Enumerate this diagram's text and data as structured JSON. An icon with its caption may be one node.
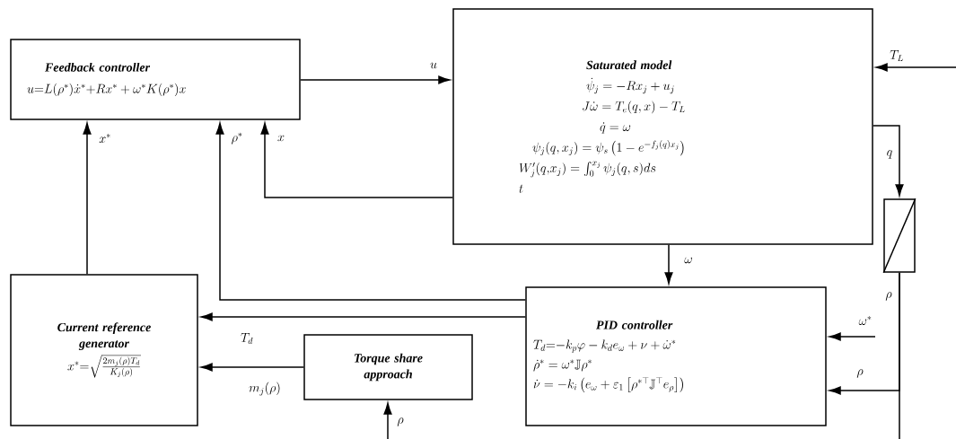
{
  "diagram": {
    "nodes": [
      {
        "text": [
          "Feedback controller",
          "u{=}L(\\rho^*)\\dot{x}^*{+}Rx^* + \\omega^*K(\\rho^*)x"
        ]
      },
      {
        "text": [
          "Saturated model",
          "\\dot{\\psi}_j = -Rx_j + u_j",
          "J\\dot{\\omega} = T_e(q,x) - T_L",
          "\\dot{q} = \\omega",
          "\\psi_j(q,x_j) = \\psi_s\\left(1-e^{-f_j(q)x_j}\\right)",
          "W'_j(q{,}x_j) = \\int_0^{x_j}\\psi_j(q,s)ds",
          "t"
        ]
      },
      {
        "text": [
          "Current reference generator",
          "x^*{=}\\sqrt{\\frac{2m_j(\\rho)T_d}{K_j(\\rho)}}"
        ]
      },
      {
        "text": [
          "PID controller",
          "T_d{=}{-}k_p\\varphi - k_de_\\omega + \\nu + \\dot{\\omega}^*",
          "\\dot{\\rho}^* = \\omega^*\\mathbb{J}\\rho^*",
          "\\dot{\\nu} = -k_i\\left(e_\\omega + \\varepsilon_1\\left[\\rho^{*\\top}\\mathbb{J}^\\top e_\\rho\\right]\\right)"
        ]
      },
      {
        "text": [
          "Torque share approach"
        ]
      },
      {
        "text": [],
        "shape": "box"
      }
    ],
    "edges": [
      {
        "from": 0,
        "to": 1,
        "arrow": "to",
        "label": "u"
      },
      {
        "from": 1,
        "to": 0,
        "arrow": "to",
        "label": "x"
      },
      {
        "from": 2,
        "to": 0,
        "arrow": "to",
        "label": "x^*"
      },
      {
        "from": 3,
        "to": 0,
        "arrow": "to",
        "label": "\\rho^*"
      },
      {
        "from": 3,
        "to": 2,
        "arrow": "to",
        "label": "T_d"
      },
      {
        "from": 4,
        "to": 2,
        "arrow": "to",
        "label": "m_j(\\rho)"
      },
      {
        "from": 1,
        "to": 3,
        "arrow": "to",
        "label": "\\omega"
      },
      {
        "from": 1,
        "to": 5,
        "arrow": "to",
        "label": "q"
      },
      {
        "from": 5,
        "to": 3,
        "arrow": "to",
        "label": "\\rho"
      },
      {
        "from": 5,
        "to": null,
        "arrow": "none",
        "label": "\\rho"
      },
      {
        "from": null,
        "to": 1,
        "arrow": "to",
        "label": "T_L"
      },
      {
        "from": null,
        "to": 3,
        "arrow": "to",
        "label": "\\omega^*"
      },
      {
        "from": null,
        "to": 4,
        "arrow": "to",
        "label": "\\rho"
      }
    ]
  }
}
